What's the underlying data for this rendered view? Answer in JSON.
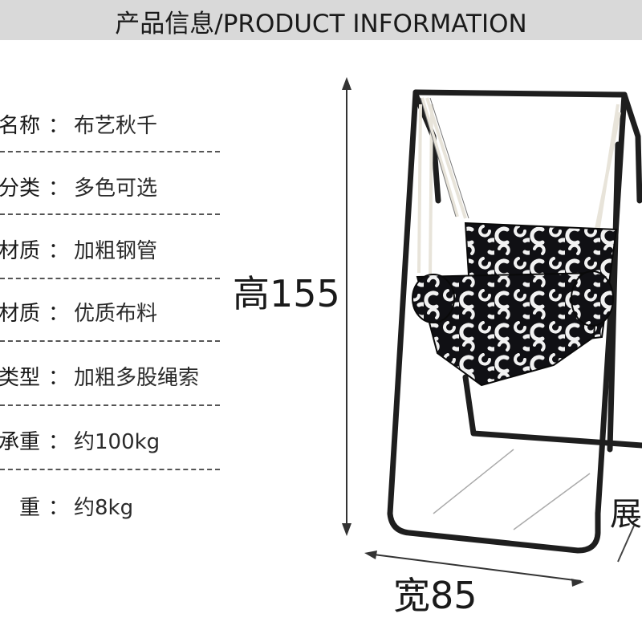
{
  "header": {
    "title": "产品信息/PRODUCT INFORMATION"
  },
  "specs": [
    {
      "label": "名称",
      "value": "布艺秋千"
    },
    {
      "label": "分类",
      "value": "多色可选"
    },
    {
      "label": "材质",
      "value": "加粗钢管"
    },
    {
      "label": "材质",
      "value": "优质布料"
    },
    {
      "label": "类型",
      "value": "加粗多股绳索"
    },
    {
      "label": "承重",
      "value": "约100kg"
    },
    {
      "label": "重",
      "value": "约8kg"
    }
  ],
  "colon": "：",
  "dimensions": {
    "height_label": "高155",
    "width_label": "宽85",
    "depth_label": "展"
  },
  "colors": {
    "header_bg": "#d9d9d9",
    "frame": "#1e1e1e",
    "fabric_dark": "#101014",
    "fabric_light": "#f2f2f2",
    "rope": "#e8e4da"
  }
}
